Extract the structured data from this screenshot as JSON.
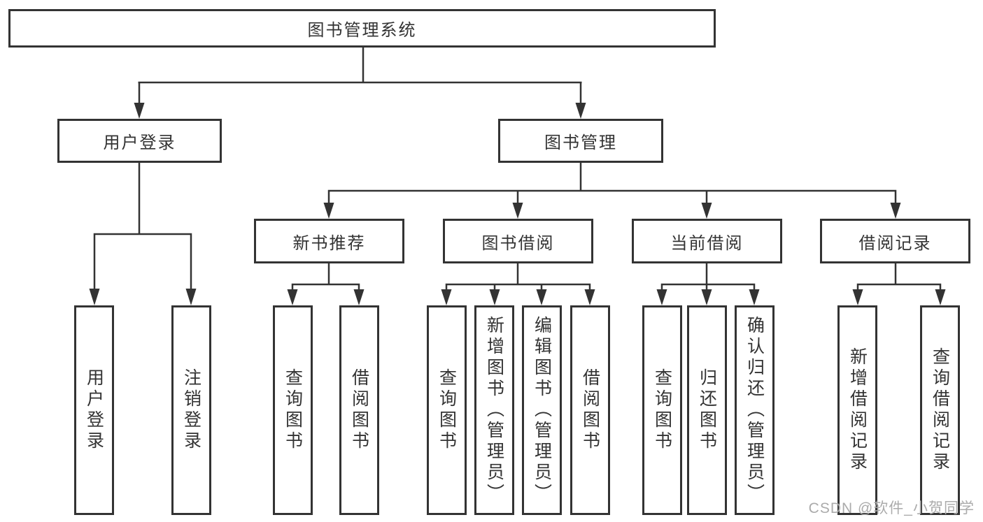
{
  "tree": {
    "label": "图书管理系统",
    "children": [
      {
        "label": "用户登录",
        "children": [
          {
            "label": "用户登录"
          },
          {
            "label": "注销登录"
          }
        ]
      },
      {
        "label": "图书管理",
        "children": [
          {
            "label": "新书推荐",
            "children": [
              {
                "label": "查询图书"
              },
              {
                "label": "借阅图书"
              }
            ]
          },
          {
            "label": "图书借阅",
            "children": [
              {
                "label": "查询图书"
              },
              {
                "label": "新增图书（管理员）"
              },
              {
                "label": "编辑图书（管理员）"
              },
              {
                "label": "借阅图书"
              }
            ]
          },
          {
            "label": "当前借阅",
            "children": [
              {
                "label": "查询图书"
              },
              {
                "label": "归还图书"
              },
              {
                "label": "确认归还（管理员）"
              }
            ]
          },
          {
            "label": "借阅记录",
            "children": [
              {
                "label": "新增借阅记录"
              },
              {
                "label": "查询借阅记录"
              }
            ]
          }
        ]
      }
    ]
  },
  "watermark": {
    "text": "CSDN @软件_小贺同学"
  },
  "colors": {
    "line": "#333333",
    "box_border": "#333333",
    "box_fill": "#ffffff",
    "text": "#333333",
    "watermark": "#ababab",
    "background": "#ffffff"
  }
}
